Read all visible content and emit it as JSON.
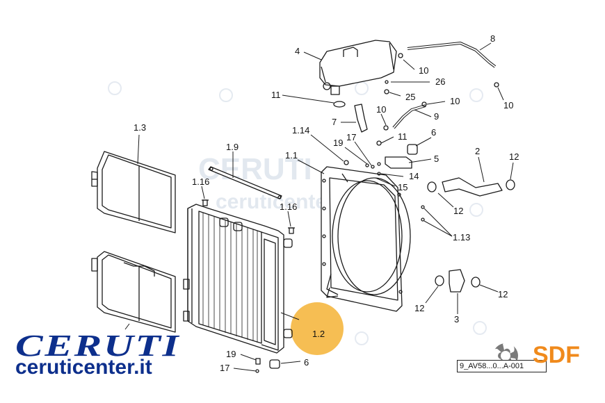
{
  "brand": {
    "logo_text": "CERUTI",
    "website": "ceruticenter.it",
    "watermark_text": "ceruticenter.it",
    "watermark_letters": "CERUTI"
  },
  "manufacturer_logo": {
    "text": "SDF",
    "color": "#f08a1c",
    "icon": "sdf-gear-icon"
  },
  "drawing_code": "9_AV58...0...A-001",
  "colors": {
    "brand_blue": "#0d2f8c",
    "highlight": "#f5b335",
    "line": "#1a1a1a",
    "watermark": "#dfe6ee"
  },
  "highlighted_callout": "1.2",
  "callouts": {
    "c4": "4",
    "c8": "8",
    "c10a": "10",
    "c26": "26",
    "c11a": "11",
    "c25": "25",
    "c10b": "10",
    "c10c": "10",
    "c10d": "10",
    "c9": "9",
    "c7": "7",
    "c11b": "11",
    "c6a": "6",
    "c13": "1.3",
    "c114": "1.14",
    "c19a": "19",
    "c17a": "17",
    "c19": "1.9",
    "c11c": "1.1",
    "c5": "5",
    "c14": "14",
    "c15": "15",
    "c2": "2",
    "c12a": "12",
    "c12b": "12",
    "c116a": "1.16",
    "c116b": "1.16",
    "c113": "1.13",
    "c12c": "12",
    "c12d": "12",
    "c3": "3",
    "c12": "1.2",
    "c19b": "19",
    "c17b": "17",
    "c6b": "6"
  }
}
